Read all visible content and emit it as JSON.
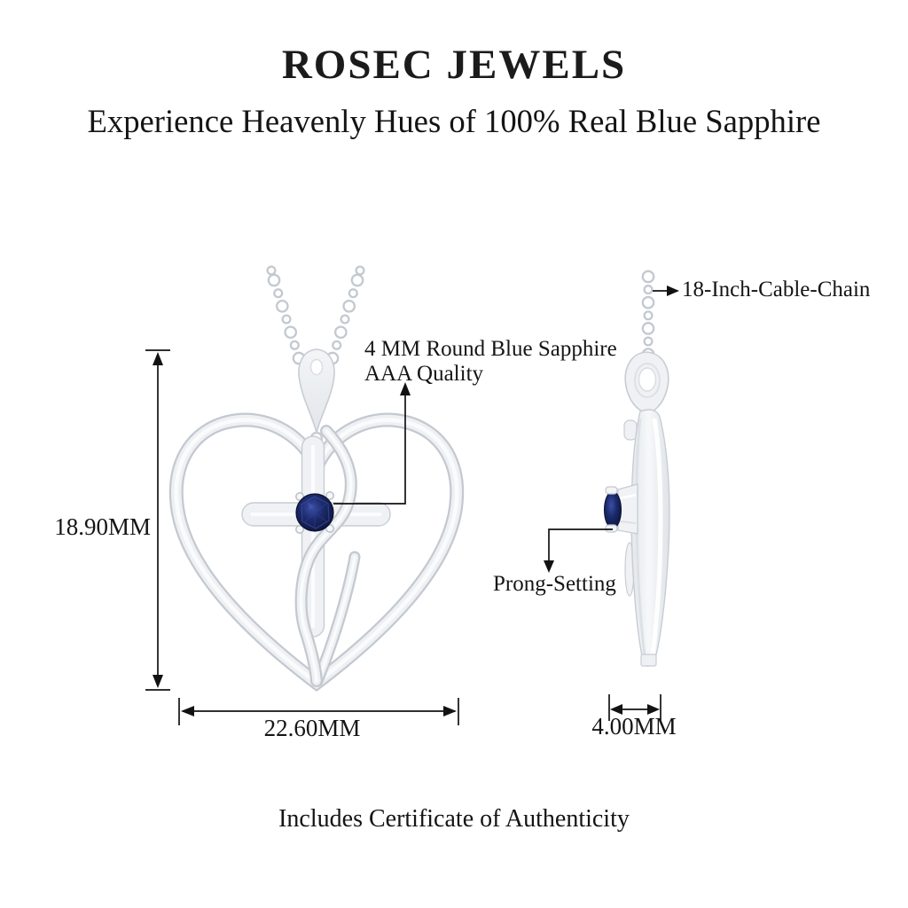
{
  "header": {
    "brand": "ROSEC JEWELS",
    "tagline": "Experience Heavenly Hues of 100% Real Blue Sapphire"
  },
  "front_view": {
    "stone_callout": {
      "line1": "4 MM Round Blue Sapphire",
      "line2": "AAA Quality"
    },
    "height_dim": "18.90MM",
    "width_dim": "22.60MM"
  },
  "side_view": {
    "chain_callout": "18-Inch-Cable-Chain",
    "setting_callout": "Prong-Setting",
    "depth_dim": "4.00MM"
  },
  "footer": {
    "certificate_note": "Includes Certificate of Authenticity"
  },
  "colors": {
    "sapphire_dark": "#0c1338",
    "sapphire": "#1b2a6b",
    "sapphire_light": "#3c4fa8",
    "metal_edge": "#c7cdd4",
    "metal_fill": "#f2f4f6",
    "annotation_line": "#121212",
    "background": "#ffffff"
  }
}
